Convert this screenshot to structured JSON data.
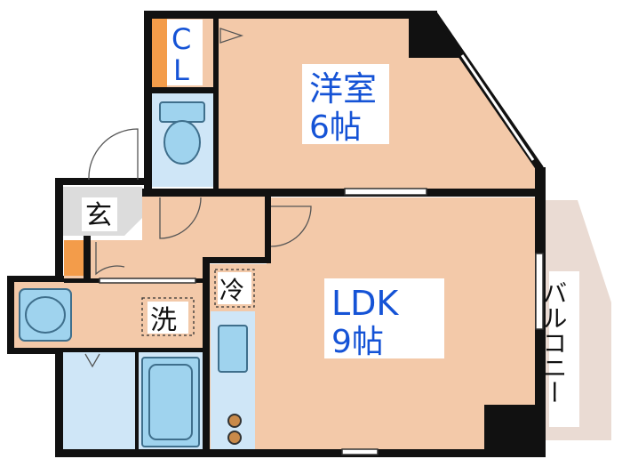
{
  "rooms": {
    "western_room": {
      "name": "洋室",
      "size": "6帖"
    },
    "ldk": {
      "name": "LDK",
      "size": "9帖"
    },
    "closet": {
      "label_c": "C",
      "label_l": "L"
    }
  },
  "labels": {
    "entrance": "玄",
    "washroom": "洗",
    "fridge": "冷",
    "balcony": "バルコニー"
  }
}
